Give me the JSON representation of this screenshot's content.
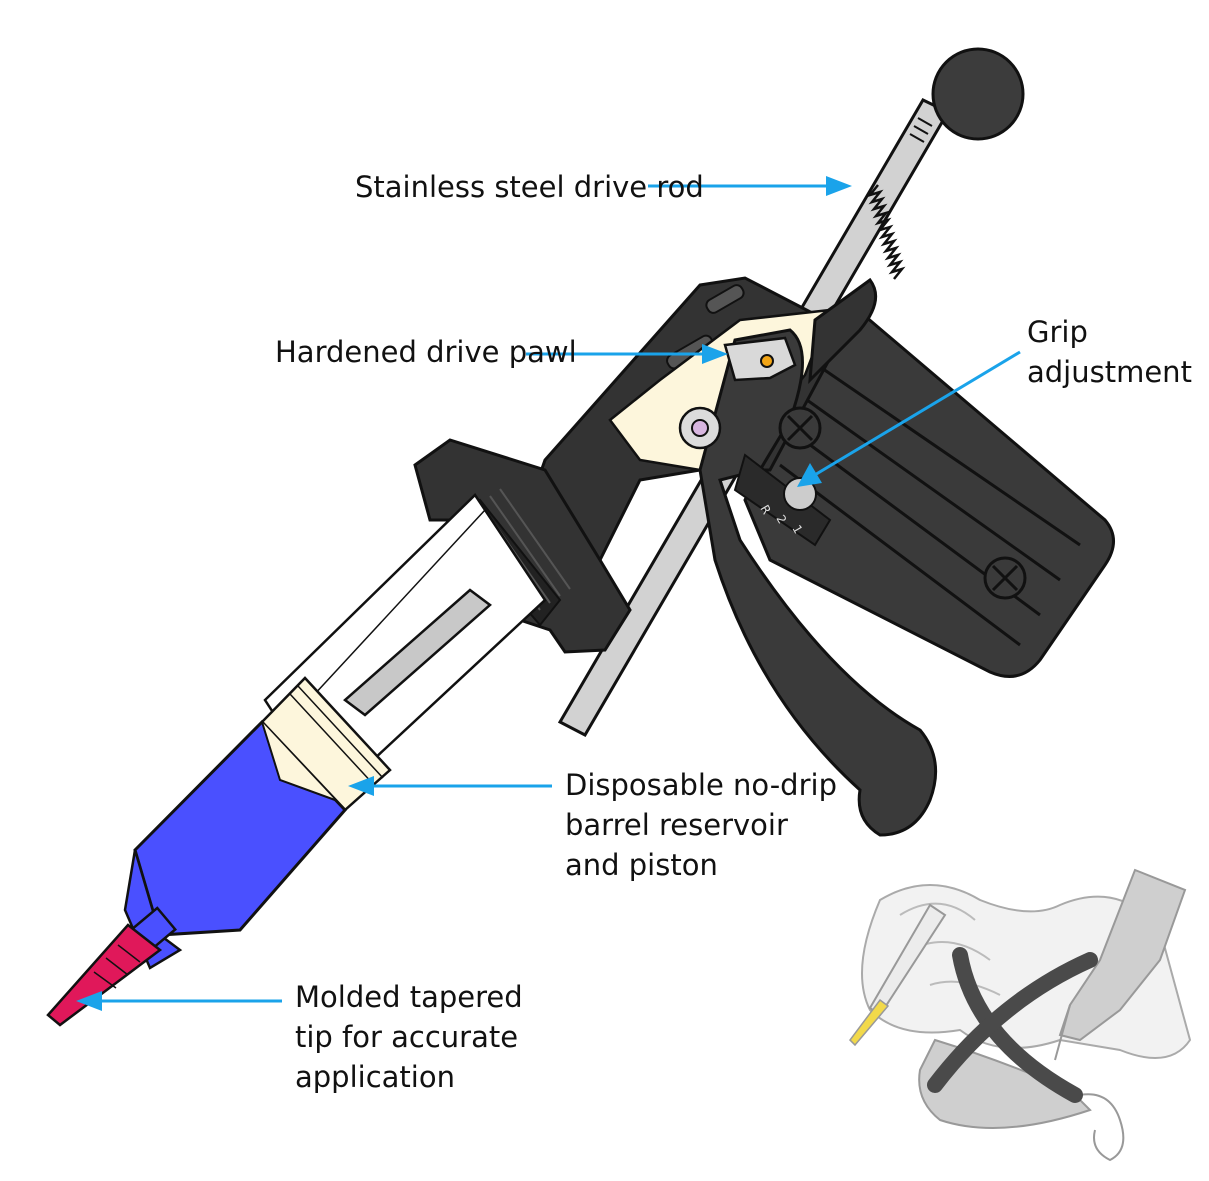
{
  "labels": {
    "drive_rod": "Stainless steel drive rod",
    "drive_pawl": "Hardened drive pawl",
    "grip_adjustment": [
      "Grip",
      "adjustment"
    ],
    "barrel": [
      "Disposable no-drip",
      "barrel reservoir",
      "and piston"
    ],
    "tip": [
      "Molded tapered",
      "tip for accurate",
      "application"
    ],
    "selector_marks": [
      "R",
      "2",
      "1"
    ]
  },
  "colors": {
    "arrow": "#1aa3ea",
    "body": "#3a3a3a",
    "body_dark": "#222222",
    "rod": "#cfcfcf",
    "barrel": "#4a50ff",
    "piston": "#fdf6dc",
    "tip": "#e0185a",
    "prohibition": "#4a4a4a"
  },
  "icons": [
    "ball-knob-icon",
    "screw-icon",
    "prohibited-tube-squeeze-icon"
  ]
}
